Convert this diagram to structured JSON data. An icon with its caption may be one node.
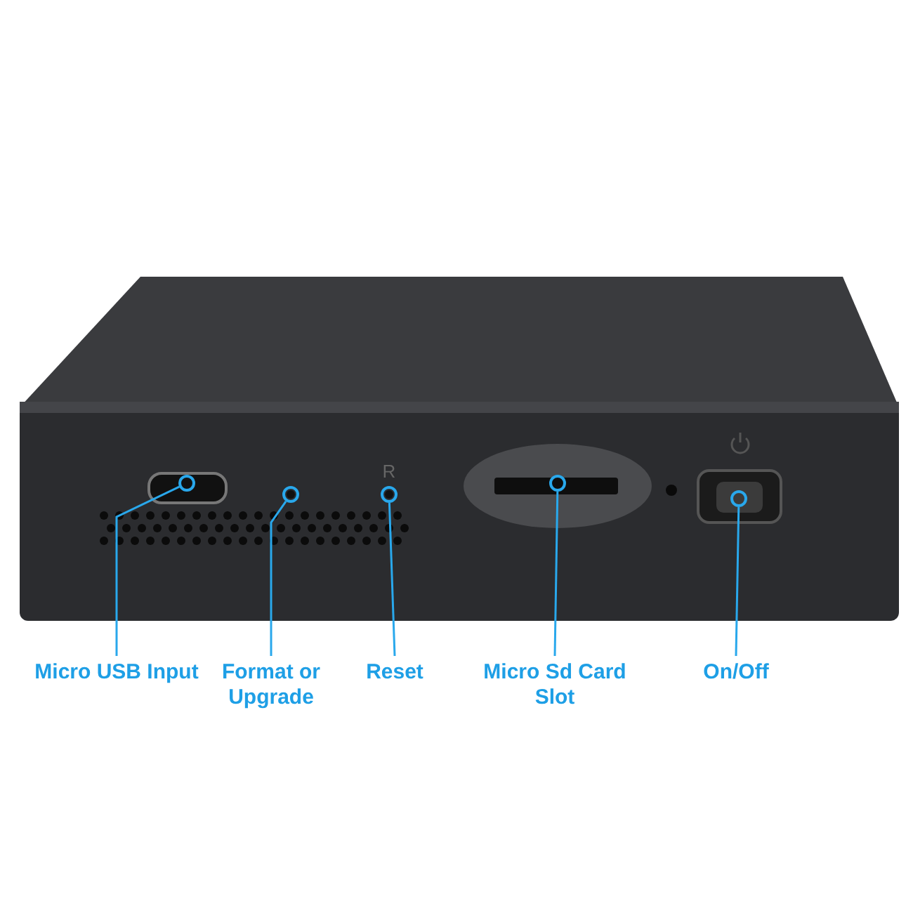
{
  "diagram": {
    "nodes": [
      {
        "text": [
          "Micro USB Input"
        ]
      },
      {
        "text": [
          "Format or Upgrade"
        ]
      },
      {
        "text": [
          "Reset"
        ]
      },
      {
        "text": [
          "Micro Sd Card Slot"
        ]
      },
      {
        "text": [
          "On/Off"
        ]
      },
      {
        "text": [],
        "shape": "circle"
      },
      {
        "text": [],
        "shape": "circle"
      },
      {
        "text": [],
        "shape": "circle"
      },
      {
        "text": [],
        "shape": "circle"
      },
      {
        "text": [],
        "shape": "circle"
      }
    ],
    "edges": [
      {
        "from": 0,
        "to": 5,
        "arrow": "none"
      },
      {
        "from": 1,
        "to": 6,
        "arrow": "none"
      },
      {
        "from": 2,
        "to": 7,
        "arrow": "none"
      },
      {
        "from": 3,
        "to": 8,
        "arrow": "none"
      },
      {
        "from": 4,
        "to": 9,
        "arrow": "none"
      }
    ],
    "labels": [
      "R"
    ]
  }
}
